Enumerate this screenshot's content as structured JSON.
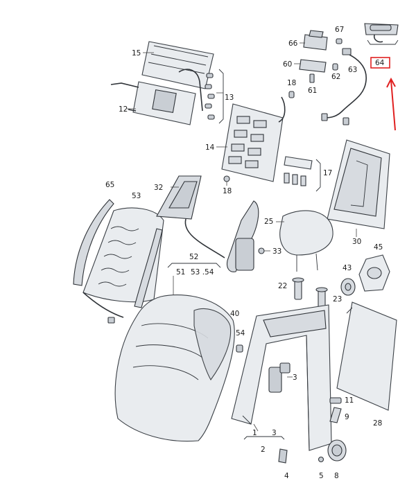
{
  "labels": {
    "l1": "1",
    "l2": "2",
    "l3": "3",
    "l3b": "3",
    "l5": "5",
    "l8": "8",
    "l9": "9",
    "l11": "11",
    "l12": "12",
    "l13": "13",
    "l14": "14",
    "l15": "15",
    "l17": "17",
    "l18a": "18",
    "l18b": "18",
    "l22": "22",
    "l23": "23",
    "l25": "25",
    "l28": "28",
    "l30": "30",
    "l32": "32",
    "l33": "33",
    "l40": "40",
    "l43": "43",
    "l45": "45",
    "l51": "51",
    "l52": "52",
    "l5354": "53 .54",
    "l53": "53",
    "l54": "54",
    "l60": "60",
    "l61": "61",
    "l62": "62",
    "l63": "63",
    "l64": "64",
    "l65": "65",
    "l66": "66",
    "l67": "67"
  },
  "highlight": {
    "part": "64",
    "color": "#e02020"
  }
}
